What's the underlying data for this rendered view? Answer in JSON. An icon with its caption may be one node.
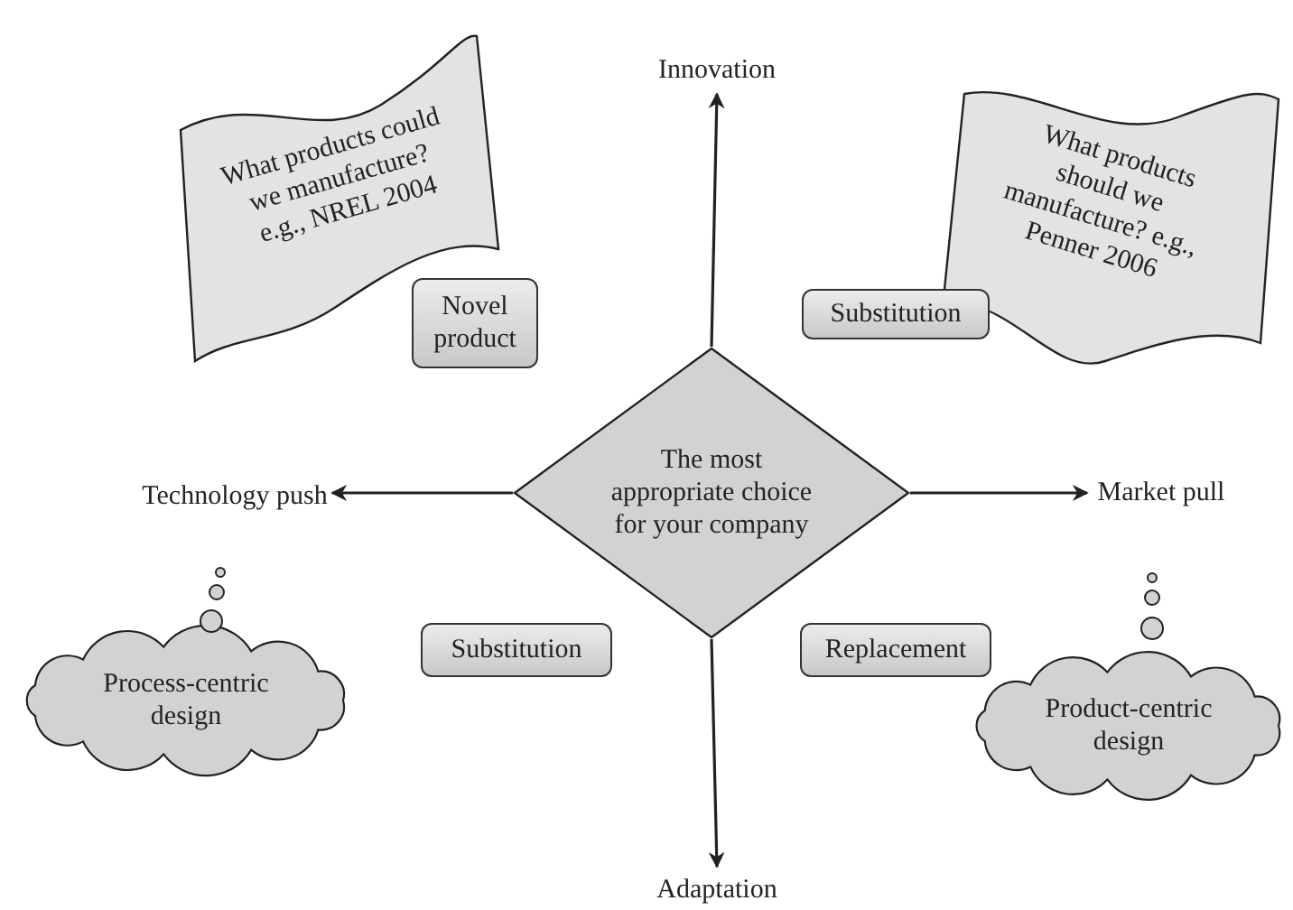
{
  "diagram": {
    "nodes": [
      {
        "text": [
          "The most appropriate choice for your company"
        ]
      },
      {
        "text": [
          "Innovation"
        ]
      },
      {
        "text": [
          "Technology push"
        ]
      },
      {
        "text": [
          "Market pull"
        ]
      },
      {
        "text": [
          "Adaptation"
        ]
      },
      {
        "text": [
          "What products could we manufacture? e.g., NREL 2004"
        ]
      },
      {
        "text": [
          "What products should we manufacture? e.g., Penner 2006"
        ]
      },
      {
        "text": [
          "Novel product"
        ]
      },
      {
        "text": [
          "Substitution"
        ]
      },
      {
        "text": [
          "Substitution"
        ]
      },
      {
        "text": [
          "Replacement"
        ]
      },
      {
        "text": [
          "Process-centric design"
        ]
      },
      {
        "text": [
          "Product-centric design"
        ]
      }
    ],
    "edges": [
      {
        "from": 0,
        "to": 1,
        "arrow": "to"
      },
      {
        "from": 0,
        "to": 2,
        "arrow": "to"
      },
      {
        "from": 0,
        "to": 3,
        "arrow": "to"
      },
      {
        "from": 0,
        "to": 4,
        "arrow": "to"
      }
    ]
  }
}
